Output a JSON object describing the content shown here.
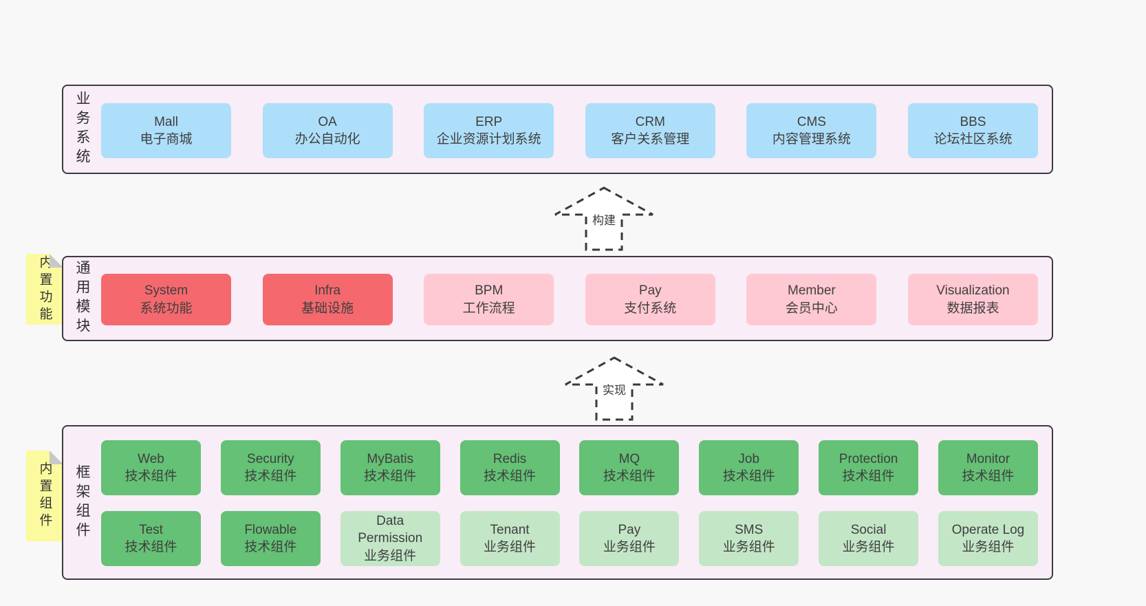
{
  "colors": {
    "page-bg": "#f8f8f8",
    "panel-bg": "#f9edf7",
    "panel-border": "#3d3b40",
    "box-blue": "#aedffa",
    "box-red": "#f5696e",
    "box-pink": "#ffc9d3",
    "box-green": "#64c175",
    "box-green-light": "#c3e6c7",
    "tag-bg": "#fbfa9e",
    "tag-fold": "#c8c8c8",
    "text": "#3f3f3f",
    "arrow": "#3a3a3a"
  },
  "arrows": [
    {
      "label": "构建"
    },
    {
      "label": "实现"
    }
  ],
  "layers": [
    {
      "label": "业务系统",
      "items": [
        {
          "title": "Mall",
          "subtitle": "电子商城",
          "color": "box-blue"
        },
        {
          "title": "OA",
          "subtitle": "办公自动化",
          "color": "box-blue"
        },
        {
          "title": "ERP",
          "subtitle": "企业资源计划系统",
          "color": "box-blue"
        },
        {
          "title": "CRM",
          "subtitle": "客户关系管理",
          "color": "box-blue"
        },
        {
          "title": "CMS",
          "subtitle": "内容管理系统",
          "color": "box-blue"
        },
        {
          "title": "BBS",
          "subtitle": "论坛社区系统",
          "color": "box-blue"
        }
      ]
    },
    {
      "label": "通用模块",
      "tag": "内置功能",
      "items": [
        {
          "title": "System",
          "subtitle": "系统功能",
          "color": "box-red"
        },
        {
          "title": "Infra",
          "subtitle": "基础设施",
          "color": "box-red"
        },
        {
          "title": "BPM",
          "subtitle": "工作流程",
          "color": "box-pink"
        },
        {
          "title": "Pay",
          "subtitle": "支付系统",
          "color": "box-pink"
        },
        {
          "title": "Member",
          "subtitle": "会员中心",
          "color": "box-pink"
        },
        {
          "title": "Visualization",
          "subtitle": "数据报表",
          "color": "box-pink"
        }
      ]
    },
    {
      "label": "框架组件",
      "tag": "内置组件",
      "rows": [
        [
          {
            "title": "Web",
            "subtitle": "技术组件",
            "color": "box-green"
          },
          {
            "title": "Security",
            "subtitle": "技术组件",
            "color": "box-green"
          },
          {
            "title": "MyBatis",
            "subtitle": "技术组件",
            "color": "box-green"
          },
          {
            "title": "Redis",
            "subtitle": "技术组件",
            "color": "box-green"
          },
          {
            "title": "MQ",
            "subtitle": "技术组件",
            "color": "box-green"
          },
          {
            "title": "Job",
            "subtitle": "技术组件",
            "color": "box-green"
          },
          {
            "title": "Protection",
            "subtitle": "技术组件",
            "color": "box-green"
          },
          {
            "title": "Monitor",
            "subtitle": "技术组件",
            "color": "box-green"
          }
        ],
        [
          {
            "title": "Test",
            "subtitle": "技术组件",
            "color": "box-green"
          },
          {
            "title": "Flowable",
            "subtitle": "技术组件",
            "color": "box-green"
          },
          {
            "title": "Data Permission",
            "subtitle": "业务组件",
            "color": "box-green-light"
          },
          {
            "title": "Tenant",
            "subtitle": "业务组件",
            "color": "box-green-light"
          },
          {
            "title": "Pay",
            "subtitle": "业务组件",
            "color": "box-green-light"
          },
          {
            "title": "SMS",
            "subtitle": "业务组件",
            "color": "box-green-light"
          },
          {
            "title": "Social",
            "subtitle": "业务组件",
            "color": "box-green-light"
          },
          {
            "title": "Operate Log",
            "subtitle": "业务组件",
            "color": "box-green-light"
          }
        ]
      ]
    }
  ]
}
